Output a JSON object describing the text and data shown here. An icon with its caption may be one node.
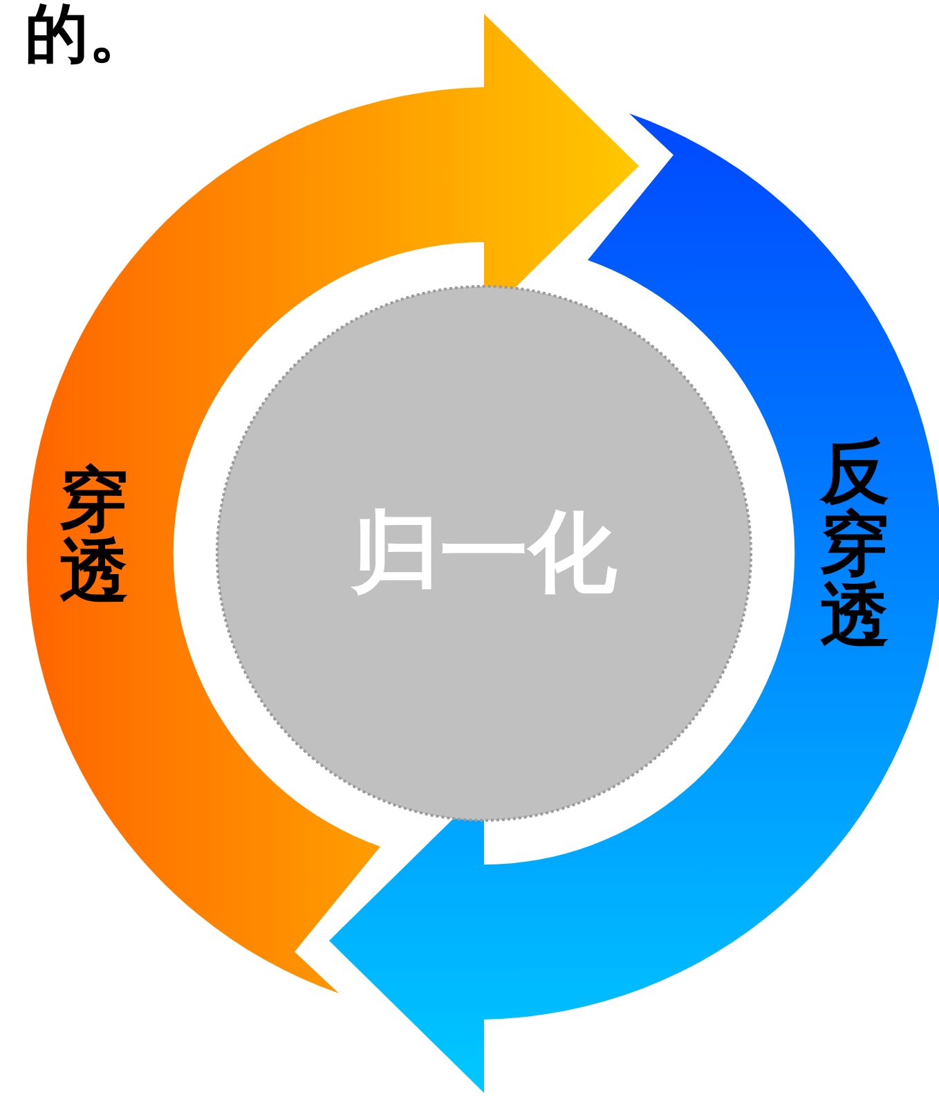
{
  "diagram": {
    "nodes": [
      {
        "text": [
          "穿透"
        ]
      },
      {
        "text": [
          "反穿透"
        ]
      },
      {
        "text": [
          "归一化"
        ]
      }
    ],
    "labels": [
      "的。"
    ]
  }
}
